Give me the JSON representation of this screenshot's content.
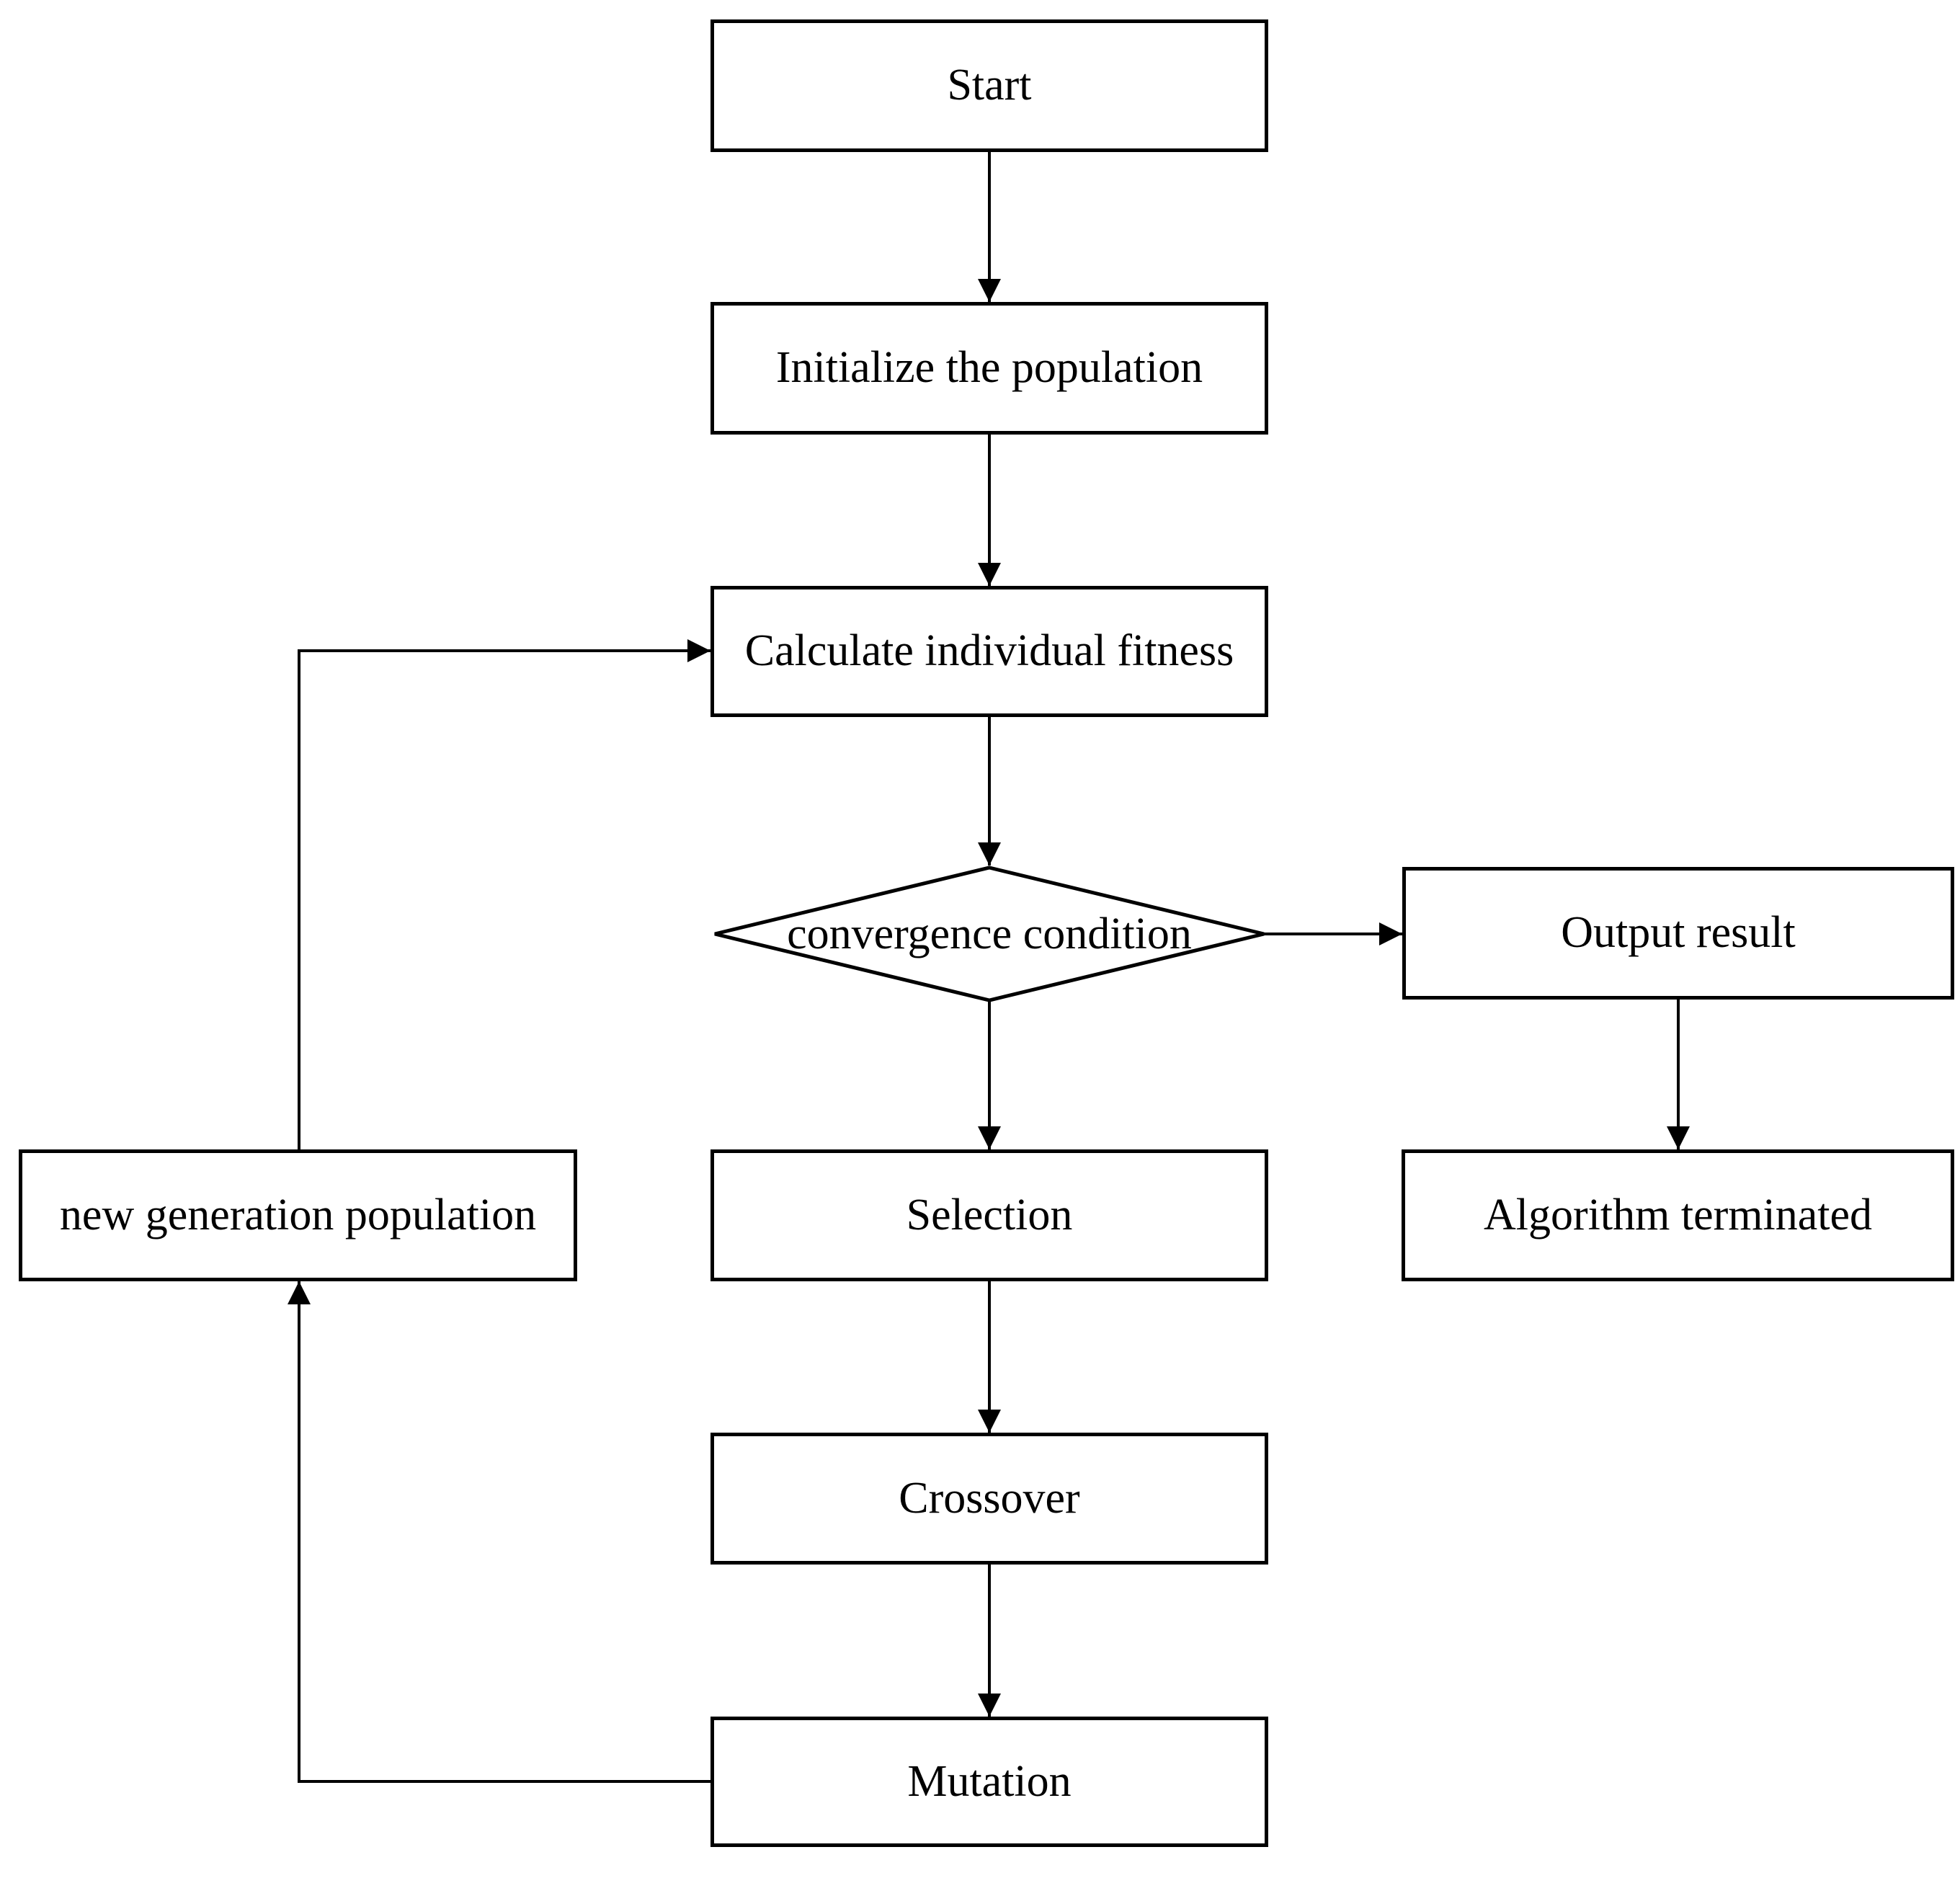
{
  "diagram": {
    "type": "flowchart",
    "background_color": "#ffffff",
    "line_color": "#000000",
    "text_color": "#000000",
    "node_fill_color": "#ffffff"
  },
  "nodes": {
    "start": {
      "label": "Start",
      "shape": "rectangle"
    },
    "initialize": {
      "label": "Initialize the population",
      "shape": "rectangle"
    },
    "calculate": {
      "label": "Calculate individual fitness",
      "shape": "rectangle"
    },
    "convergence": {
      "label": "convergence condition",
      "shape": "diamond"
    },
    "output": {
      "label": "Output result",
      "shape": "rectangle"
    },
    "terminated": {
      "label": "Algorithm terminated",
      "shape": "rectangle"
    },
    "selection": {
      "label": "Selection",
      "shape": "rectangle"
    },
    "crossover": {
      "label": "Crossover",
      "shape": "rectangle"
    },
    "mutation": {
      "label": "Mutation",
      "shape": "rectangle"
    },
    "new_generation": {
      "label": "new generation population",
      "shape": "rectangle"
    }
  },
  "edges": [
    {
      "from": "start",
      "to": "initialize"
    },
    {
      "from": "initialize",
      "to": "calculate"
    },
    {
      "from": "calculate",
      "to": "convergence"
    },
    {
      "from": "convergence",
      "to": "output"
    },
    {
      "from": "output",
      "to": "terminated"
    },
    {
      "from": "convergence",
      "to": "selection"
    },
    {
      "from": "selection",
      "to": "crossover"
    },
    {
      "from": "crossover",
      "to": "mutation"
    },
    {
      "from": "mutation",
      "to": "new_generation"
    },
    {
      "from": "new_generation",
      "to": "calculate"
    }
  ]
}
